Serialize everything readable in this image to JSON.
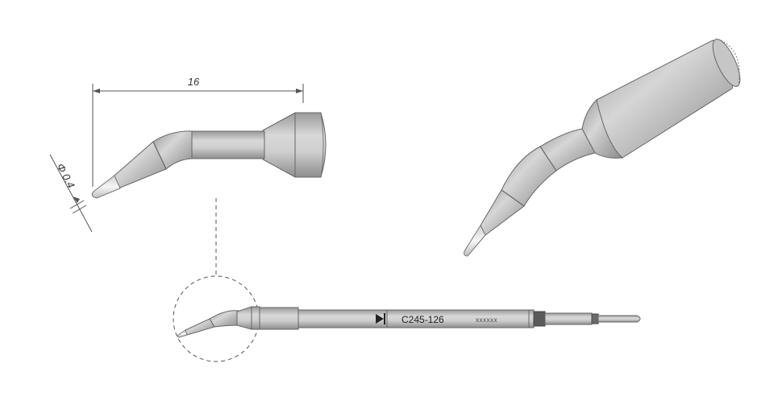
{
  "dimensions": {
    "length_label": "16",
    "diameter_label": "Φ 0.4"
  },
  "cartridge": {
    "part_number": "C245-126",
    "serial_placeholder": "xxxxxx"
  },
  "colors": {
    "metal_light": "#d4d4d4",
    "metal_mid": "#b4b4b4",
    "metal_dark": "#8c8c8c",
    "tip_silver": "#ececec",
    "band_dark": "#555555",
    "line": "#555555"
  }
}
